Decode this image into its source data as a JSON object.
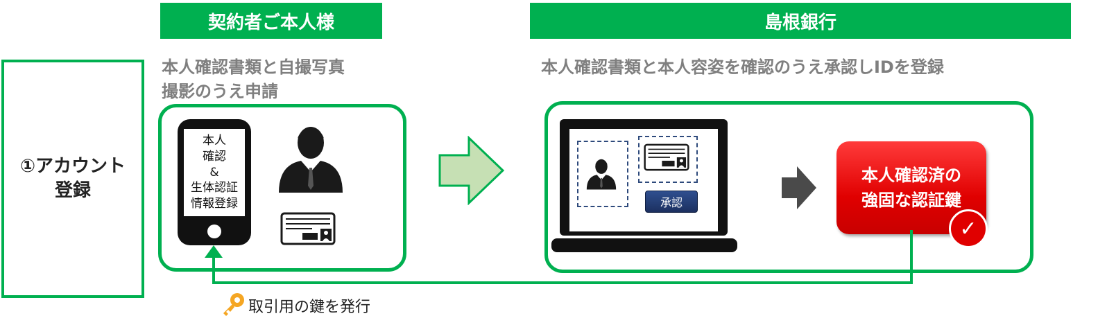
{
  "headers": {
    "left": "契約者ご本人様",
    "right": "島根銀行"
  },
  "step": {
    "label_line1": "①アカウント",
    "label_line2": "登録"
  },
  "left_section": {
    "caption_line1": "本人確認書類と自撮写真",
    "caption_line2": "撮影のうえ申請",
    "phone_text": "本人\n確認\n&\n生体認証\n情報登録"
  },
  "right_section": {
    "caption": "本人確認書類と本人容姿を確認のうえ承認しIDを登録",
    "approve_button": "承認",
    "result_line1": "本人確認済の",
    "result_line2": "強固な認証鍵"
  },
  "return_arrow": {
    "label": "取引用の鍵を発行"
  },
  "colors": {
    "accent_green": "#00b050",
    "key_red": "#e00000",
    "arrow_light_green": "#c6e0b4",
    "arrow_dark": "#4a4a4a"
  },
  "icons": [
    "smartphone-icon",
    "businessman-icon",
    "id-card-icon",
    "laptop-icon",
    "key-icon",
    "checkmark-icon"
  ]
}
